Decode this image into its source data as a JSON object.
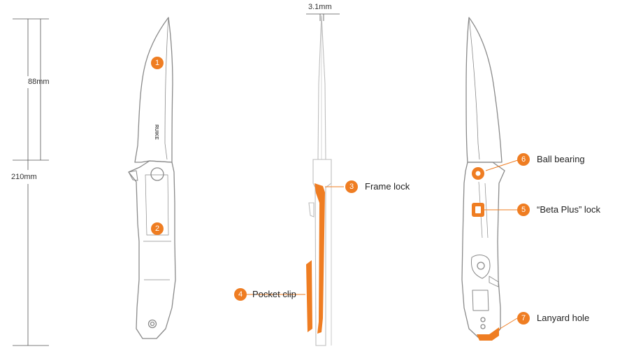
{
  "colors": {
    "accent": "#ef7d22",
    "outline": "#8a8a8a",
    "line": "#555555"
  },
  "dimensions": {
    "total_length": "210mm",
    "blade_length": "88mm",
    "thickness": "3.1mm"
  },
  "blade_logo": "RUIKE",
  "callouts": [
    {
      "number": "1",
      "label": ""
    },
    {
      "number": "2",
      "label": ""
    },
    {
      "number": "3",
      "label": "Frame lock"
    },
    {
      "number": "4",
      "label": "Pocket clip"
    },
    {
      "number": "5",
      "label": "“Beta Plus” lock"
    },
    {
      "number": "6",
      "label": "Ball bearing"
    },
    {
      "number": "7",
      "label": "Lanyard hole"
    }
  ]
}
